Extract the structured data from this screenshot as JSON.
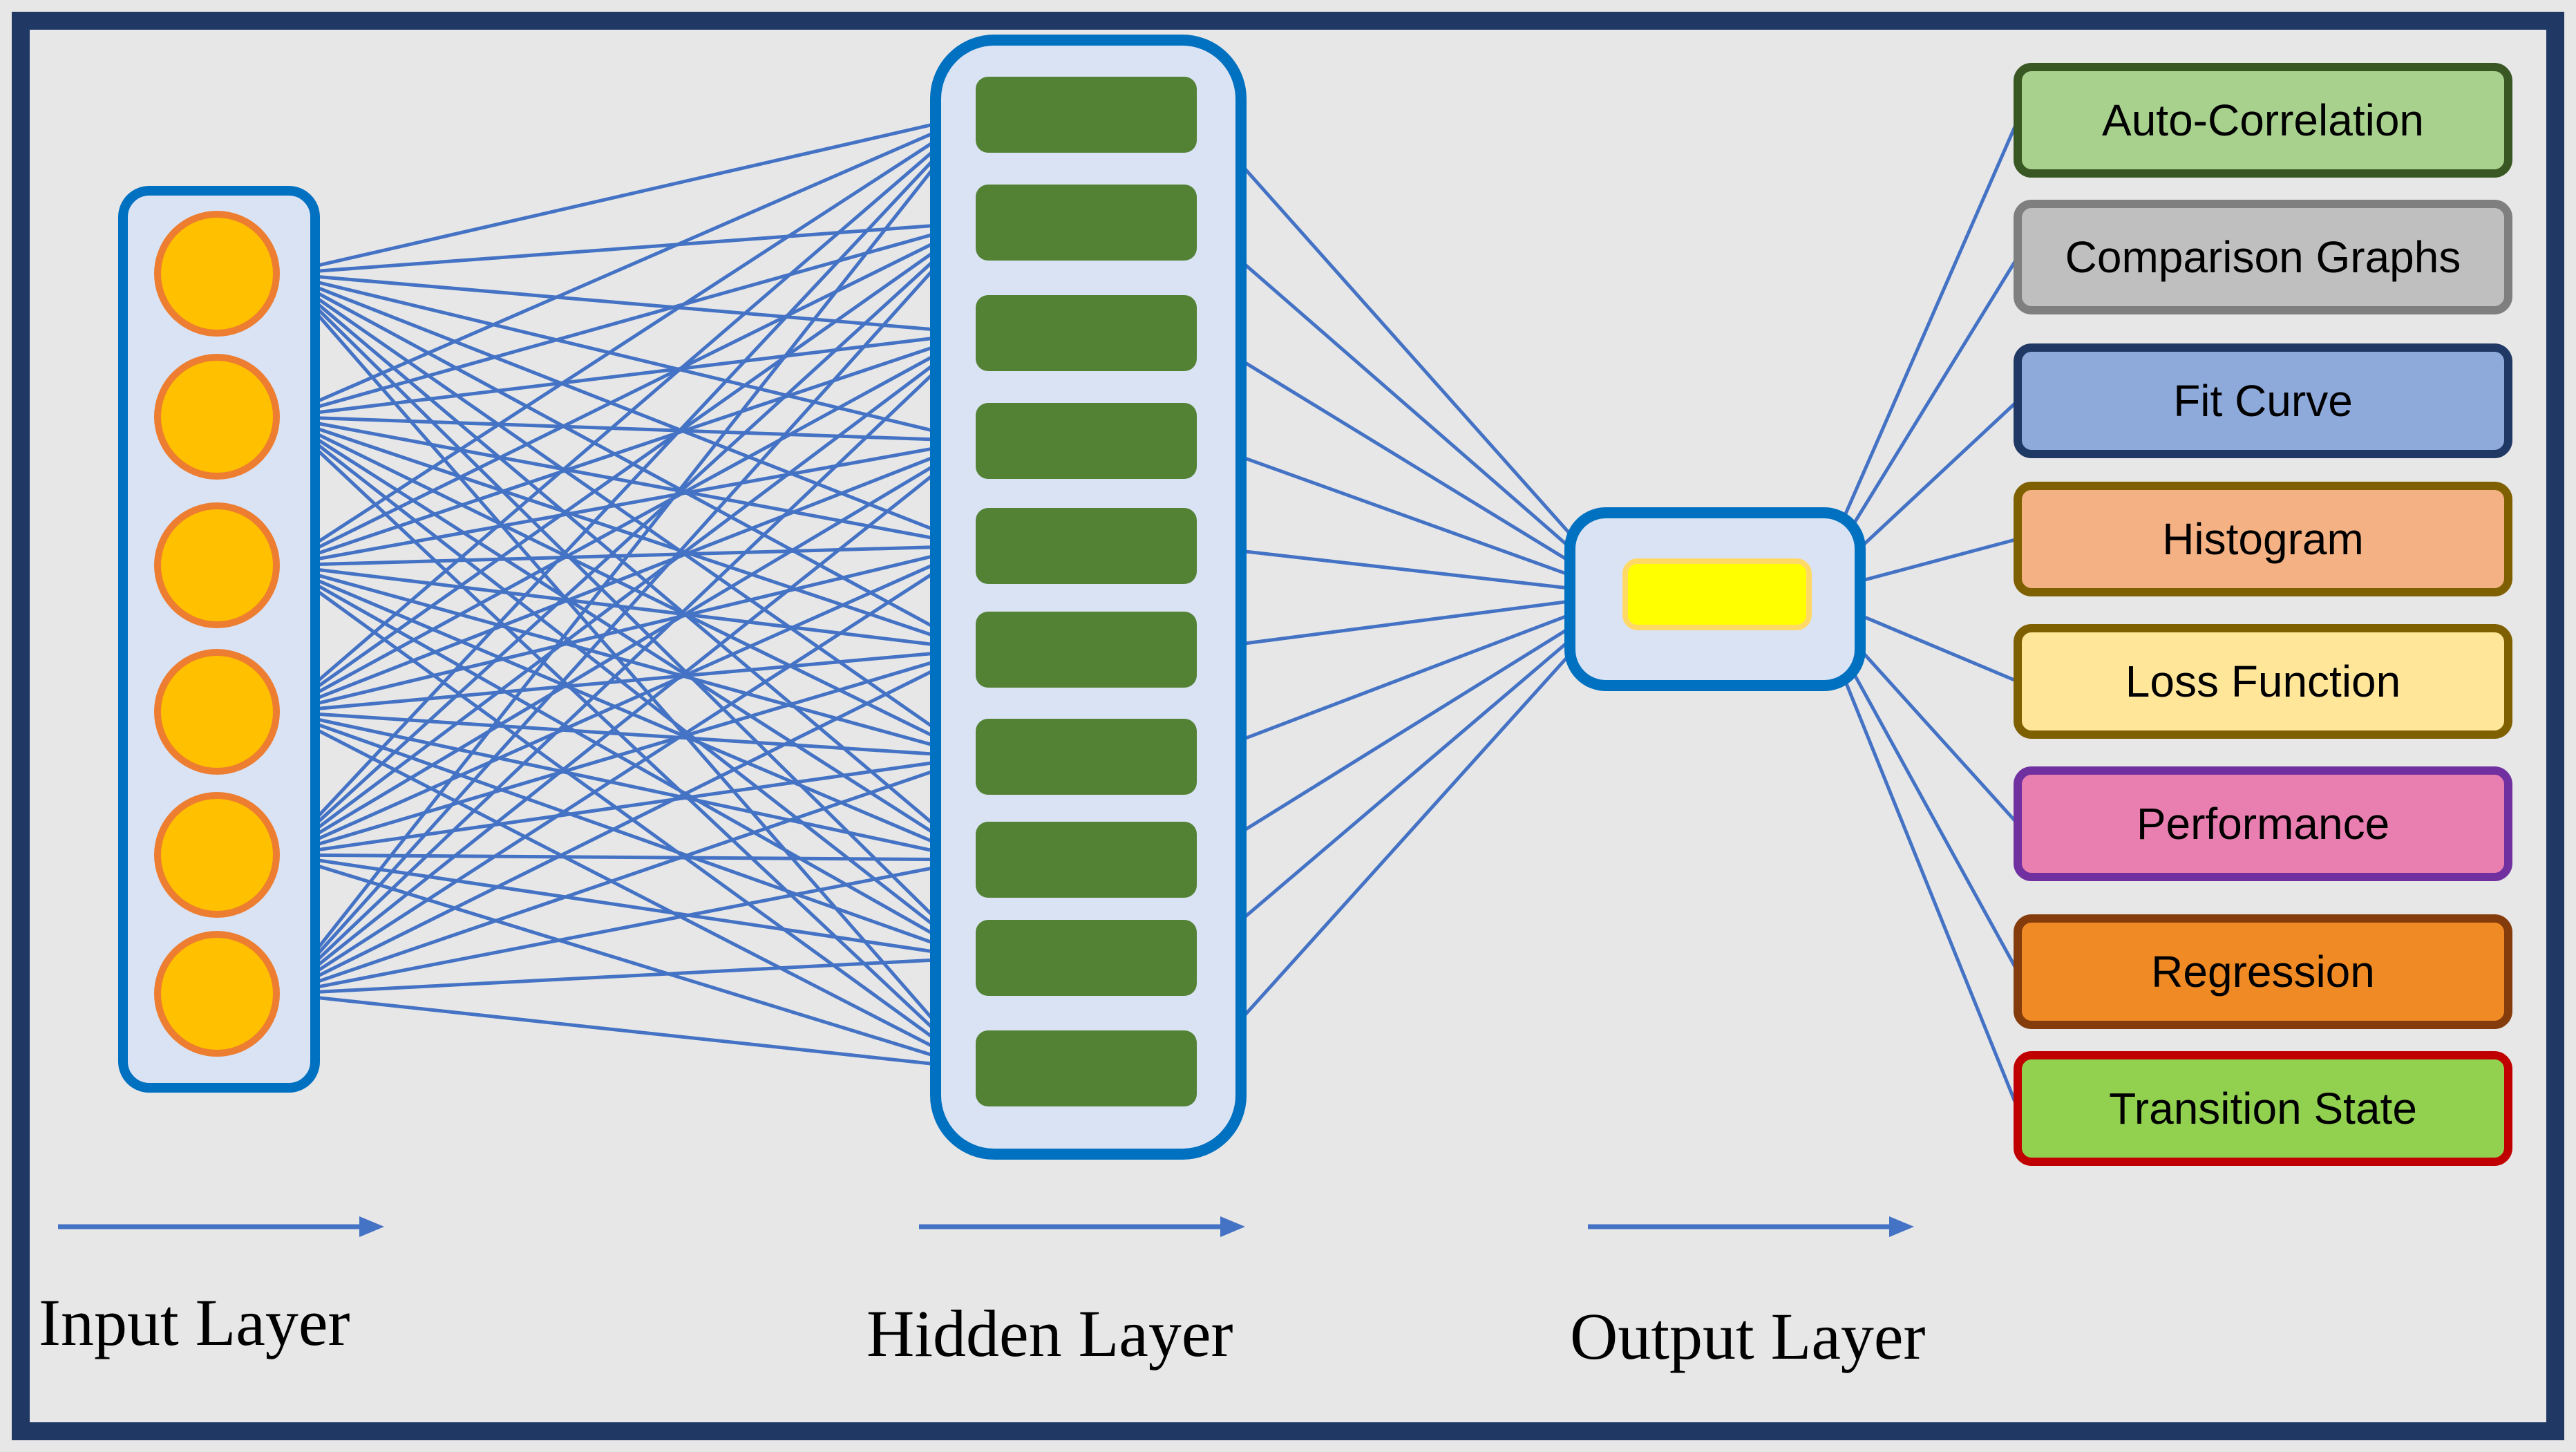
{
  "layers": {
    "input": {
      "label": "Input Layer",
      "node_count": 6
    },
    "hidden": {
      "label": "Hidden Layer",
      "node_count": 10
    },
    "output": {
      "label": "Output Layer",
      "node_count": 1
    }
  },
  "outputs": [
    {
      "label": "Auto-Correlation",
      "fill": "#a9d18e",
      "border": "#385723"
    },
    {
      "label": "Comparison Graphs",
      "fill": "#bfbfbf",
      "border": "#7f7f7f"
    },
    {
      "label": "Fit Curve",
      "fill": "#8eaadb",
      "border": "#1f3864"
    },
    {
      "label": "Histogram",
      "fill": "#f4b183",
      "border": "#7f6000"
    },
    {
      "label": "Loss Function",
      "fill": "#ffe699",
      "border": "#7f6000"
    },
    {
      "label": "Performance",
      "fill": "#e97fb0",
      "border": "#7030a0"
    },
    {
      "label": "Regression",
      "fill": "#f08a24",
      "border": "#843c0c"
    },
    {
      "label": "Transition State",
      "fill": "#92d050",
      "border": "#c00000"
    }
  ],
  "colors": {
    "background": "#e7e7e7",
    "frame": "#1f3864",
    "connection": "#4472c4",
    "layer_box_fill": "#dae3f3",
    "layer_box_border": "#0070c0",
    "input_node_fill": "#ffc000",
    "input_node_border": "#ed7d31",
    "hidden_node_fill": "#548235",
    "output_node_fill": "#ffff00",
    "output_node_border": "#ffd966"
  }
}
